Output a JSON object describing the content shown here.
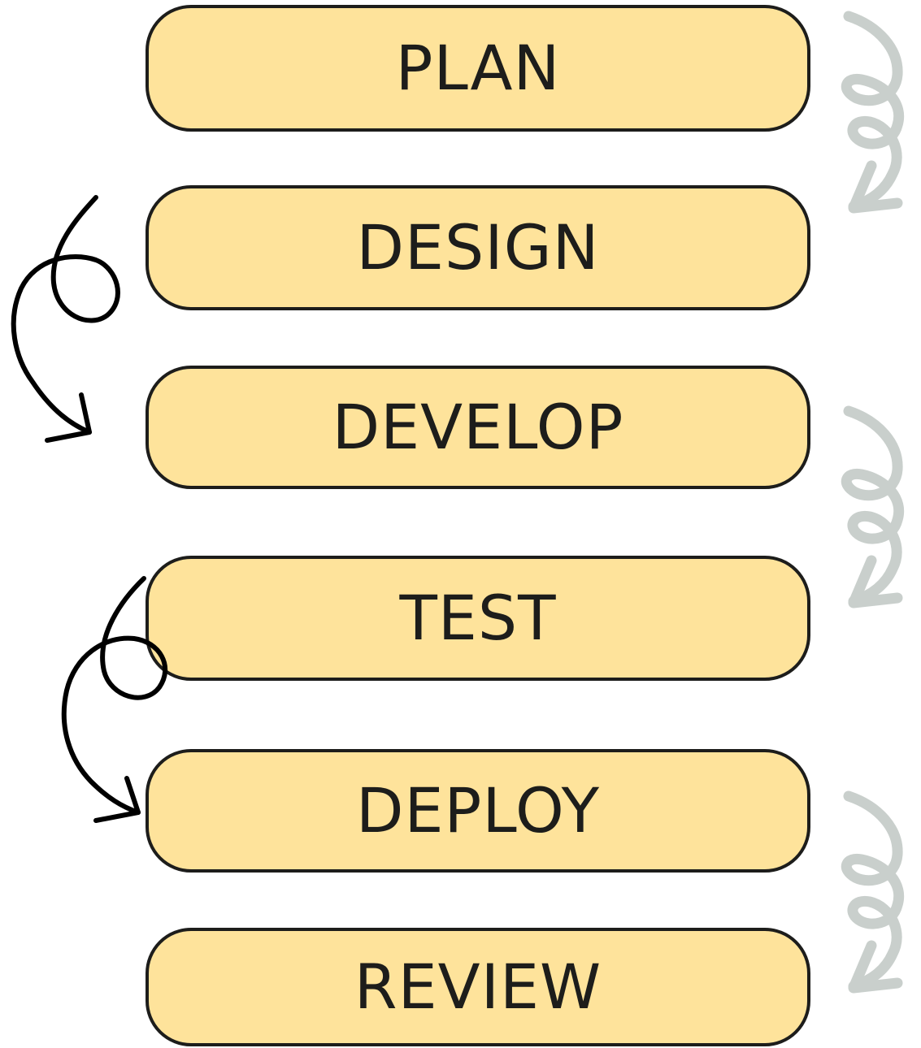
{
  "stages": [
    {
      "label": "PLAN"
    },
    {
      "label": "DESIGN"
    },
    {
      "label": "DEVELOP"
    },
    {
      "label": "TEST"
    },
    {
      "label": "DEPLOY"
    },
    {
      "label": "REVIEW"
    }
  ],
  "colors": {
    "box_fill": "#fee39b",
    "box_border": "#1d1d1b",
    "text": "#1d1d1b",
    "black_arrow": "#000000",
    "grey_arrow": "#c9cfcc"
  },
  "icons": [
    "curly-arrow-black-icon",
    "curly-arrow-grey-icon"
  ]
}
